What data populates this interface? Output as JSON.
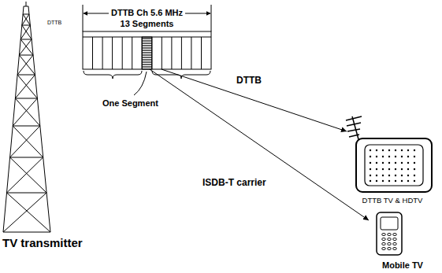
{
  "diagram": {
    "nodes": [
      {
        "text": [
          "DTTB Ch 5.6 MHz",
          "13 Segments"
        ]
      },
      {
        "text": [
          "DTTB TV & HDTV"
        ]
      },
      {
        "text": [
          "Mobile TV"
        ]
      }
    ],
    "edges": [
      {
        "from": 0,
        "to": 1,
        "arrow": "to",
        "label": "DTTB"
      },
      {
        "from": 0,
        "to": 2,
        "arrow": "to",
        "label": "ISDB-T carrier"
      }
    ],
    "labels": [
      "DTTB",
      "TV transmitter",
      "One Segment"
    ]
  }
}
